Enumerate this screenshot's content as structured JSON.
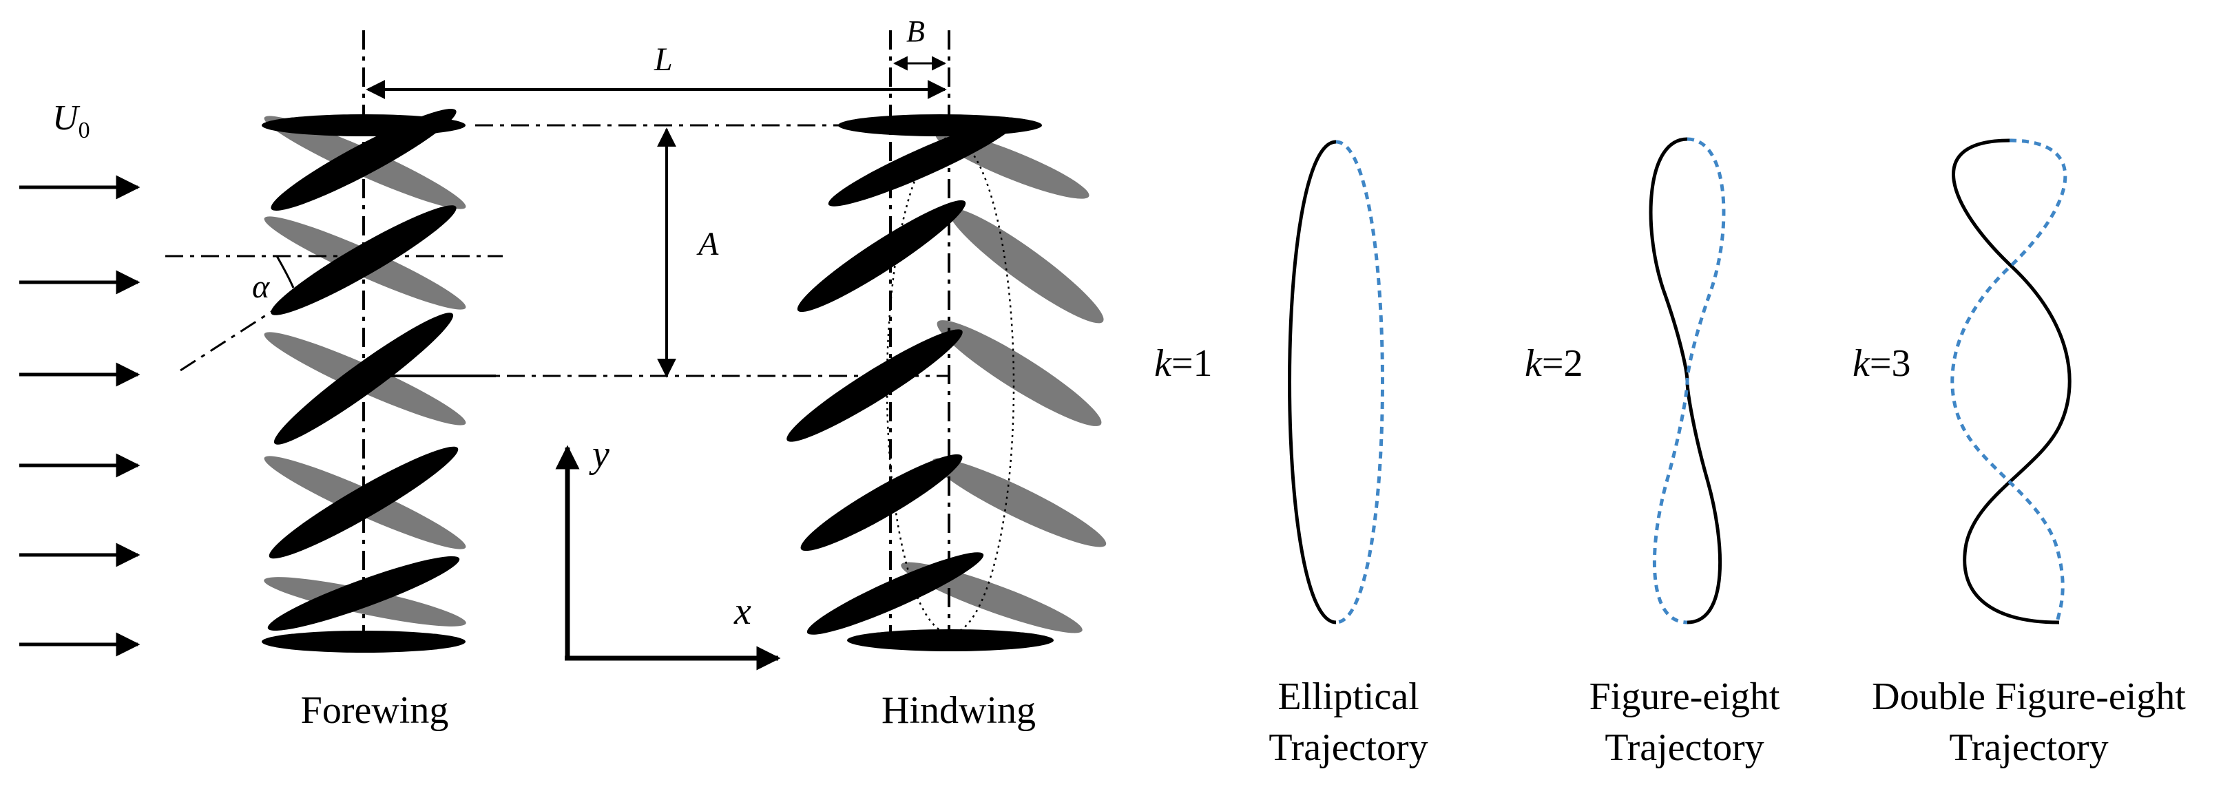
{
  "left_panel": {
    "freestream_label": "U",
    "freestream_subscript": "0",
    "spacing_label": "L",
    "chord_label": "B",
    "amplitude_label": "A",
    "angle_label": "α",
    "y_axis_label": "y",
    "x_axis_label": "x",
    "forewing_label": "Forewing",
    "hindwing_label": "Hindwing"
  },
  "trajectories": [
    {
      "k_prefix": "k",
      "k_value": "=1",
      "caption_line1": "Elliptical",
      "caption_line2": "Trajectory"
    },
    {
      "k_prefix": "k",
      "k_value": "=2",
      "caption_line1": "Figure-eight",
      "caption_line2": "Trajectory"
    },
    {
      "k_prefix": "k",
      "k_value": "=3",
      "caption_line1": "Double Figure-eight",
      "caption_line2": "Trajectory"
    }
  ],
  "colors": {
    "ink": "#000000",
    "ghost_wing": "#7a7a7a",
    "dashed_path": "#3f86c6"
  }
}
